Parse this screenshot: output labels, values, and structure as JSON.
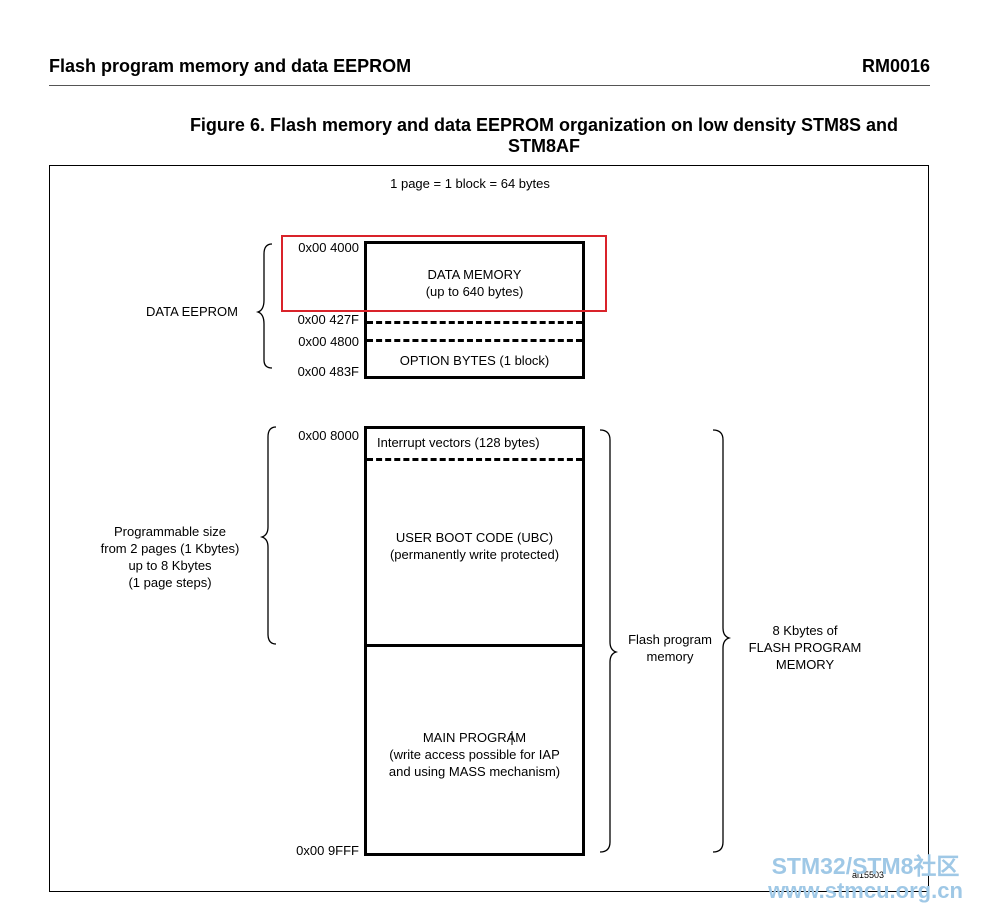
{
  "header": {
    "section_title": "Flash program memory and data EEPROM",
    "doc_id": "RM0016"
  },
  "figure": {
    "title_line1": "Figure 6. Flash memory and data EEPROM organization on low density STM8S and",
    "title_line2": "STM8AF",
    "page_note": "1 page = 1 block = 64 bytes",
    "figure_id": "ai15503"
  },
  "eeprom": {
    "group_label": "DATA EEPROM",
    "addr_start": "0x00 4000",
    "addr_data_end": "0x00 427F",
    "addr_option_start": "0x00 4800",
    "addr_option_end": "0x00 483F",
    "data_memory_line1": "DATA MEMORY",
    "data_memory_line2": "(up to 640 bytes)",
    "option_bytes": "OPTION BYTES (1 block)"
  },
  "flash": {
    "addr_start": "0x00 8000",
    "addr_end": "0x00 9FFF",
    "interrupt_vectors": "Interrupt vectors (128 bytes)",
    "ubc_line1": "USER BOOT CODE (UBC)",
    "ubc_line2": "(permanently write protected)",
    "main_line1": "MAIN PROGRAM",
    "main_line2": "(write access possible for IAP",
    "main_line3": "and using MASS mechanism)",
    "prog_size_line1": "Programmable size",
    "prog_size_line2": "from 2 pages (1 Kbytes)",
    "prog_size_line3": "up to 8 Kbytes",
    "prog_size_line4": "(1 page steps)",
    "flash_prog_line1": "Flash program",
    "flash_prog_line2": "memory",
    "total_line1": "8 Kbytes of",
    "total_line2": "FLASH PROGRAM",
    "total_line3": "MEMORY"
  },
  "watermark": {
    "line1": "STM32/STM8社区",
    "line2": "www.stmcu.org.cn"
  },
  "colors": {
    "highlight": "#d9232a",
    "watermark": "#9fc8e6"
  }
}
